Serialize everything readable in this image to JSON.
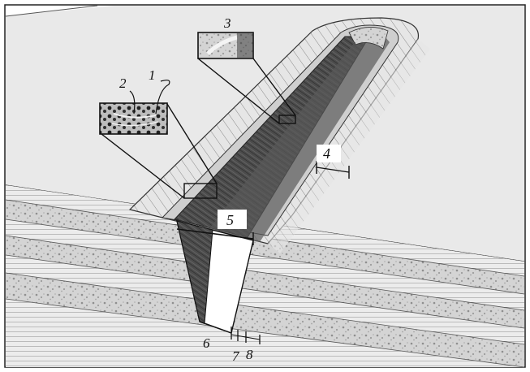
{
  "colors": {
    "background": "#ffffff",
    "surface": "#e8e8e8",
    "trench_dark": "#4a4a4a",
    "trench_mid": "#6e6e6e",
    "stripe": "#9a9a9a",
    "stone": "#cfcfcf",
    "ink": "#111111"
  },
  "icons": [
    "magnifier-inset-1-2",
    "magnifier-inset-3",
    "cross-section-wedge",
    "dimension-marker"
  ],
  "labels": {
    "n1": "1",
    "n2": "2",
    "n3": "3",
    "n4": "4",
    "n5": "5",
    "n6": "6",
    "n7": "7",
    "n8": "8"
  }
}
